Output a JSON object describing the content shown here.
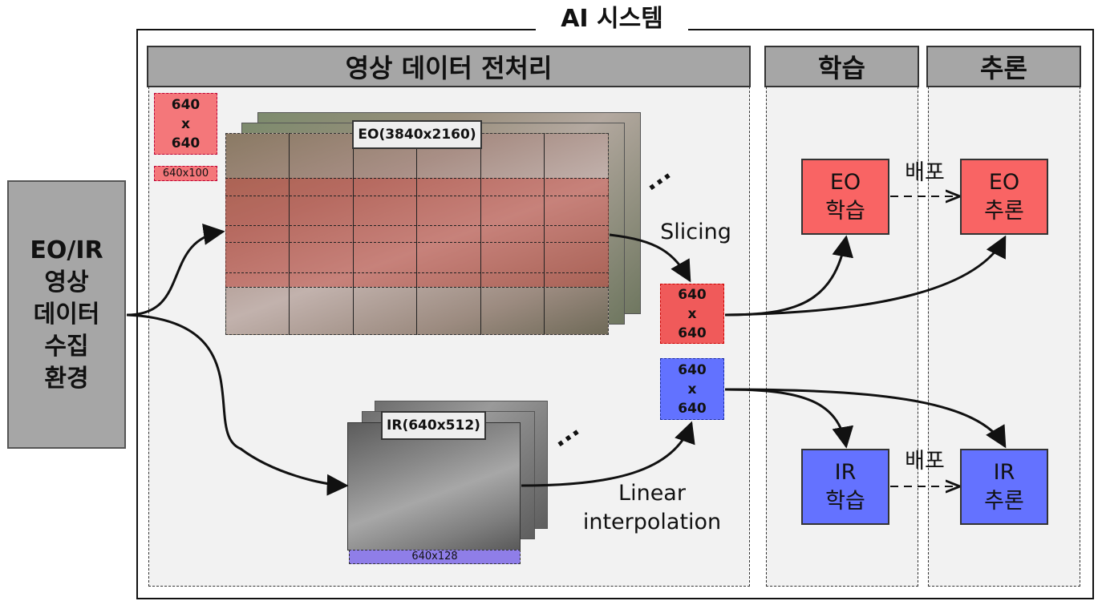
{
  "system": {
    "title": "AI 시스템"
  },
  "source": {
    "label": "EO/IR\n영상\n데이터\n수집\n환경"
  },
  "panels": {
    "preprocess": {
      "title": "영상 데이터 전처리"
    },
    "training": {
      "title": "학습"
    },
    "inference": {
      "title": "추론"
    }
  },
  "legend": {
    "tile": "640\nx\n640",
    "strip": "640x100"
  },
  "eo_image": {
    "label": "EO(3840x2160)"
  },
  "ir_image": {
    "label": "IR(640x512)",
    "strip": "640x128"
  },
  "chips": {
    "eo": "640\nx\n640",
    "ir": "640\nx\n640"
  },
  "methods": {
    "eo": "Slicing",
    "ir": "Linear\ninterpolation"
  },
  "continuation": "···",
  "process": {
    "eo_train": "EO\n학습",
    "eo_infer": "EO\n추론",
    "ir_train": "IR\n학습",
    "ir_infer": "IR\n추론",
    "deploy_eo": "배포",
    "deploy_ir": "배포"
  },
  "colors": {
    "eo": "#f96464",
    "ir": "#6472ff",
    "header": "#a6a6a6",
    "panel_bg": "#f2f2f2"
  }
}
